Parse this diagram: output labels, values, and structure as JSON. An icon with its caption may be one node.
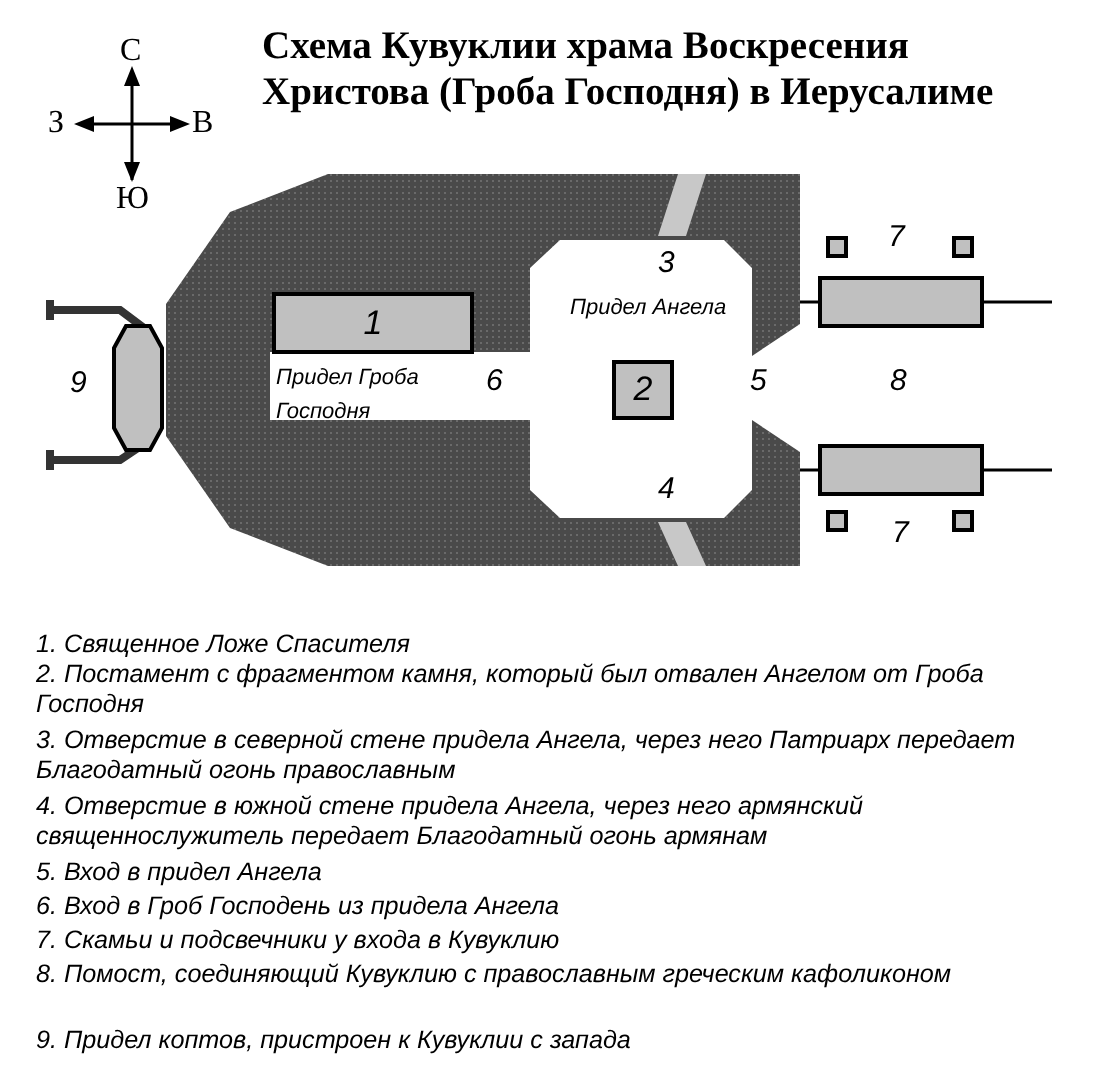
{
  "diagram": {
    "title": "Схема Кувуклии храма Воскресения Христова (Гроба Господня) в Иерусалиме",
    "nodes": [
      {
        "text": [
          "1"
        ]
      },
      {
        "text": [
          "2"
        ]
      }
    ],
    "labels": [
      "С",
      "З",
      "В",
      "Ю",
      "3",
      "Придел Ангела",
      "7",
      "9",
      "Придел Гроба Господня",
      "6",
      "5",
      "8",
      "4",
      "7",
      "1. Священное Ложе Спасителя",
      "2. Постамент с фрагментом камня, который был отвален Ангелом от Гроба Господня",
      "3. Отверстие в северной стене придела Ангела, через него Патриарх передает Благодатный огонь православным",
      "4. Отверстие в южной стене придела Ангела, через него армянский священнослужитель передает Благодатный огонь армянам",
      "5. Вход в придел Ангела",
      "6. Вход в Гроб Господень из придела Ангела",
      "7. Скамьи и подсвечники у входа в Кувуклию",
      "8. Помост, соединяющий Кувуклию с православным греческим кафоликоном",
      "9. Придел коптов, пристроен к Кувуклии с запада"
    ]
  }
}
